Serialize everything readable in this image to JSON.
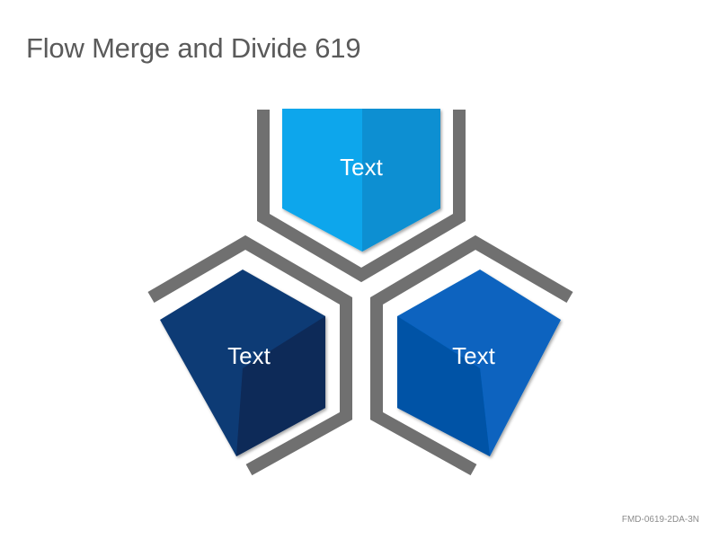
{
  "title": "Flow Merge and Divide 619",
  "segments": [
    {
      "label": "Text",
      "color_light": "#0aa6ec",
      "color_dark": "#0b8fd2"
    },
    {
      "label": "Text",
      "color_light": "#0f3a74",
      "color_dark": "#0a2a58"
    },
    {
      "label": "Text",
      "color_light": "#0763bf",
      "color_dark": "#0552a6"
    }
  ],
  "bracket_color": "#707070",
  "footer_code": "FMD-0619-2DA-3N"
}
